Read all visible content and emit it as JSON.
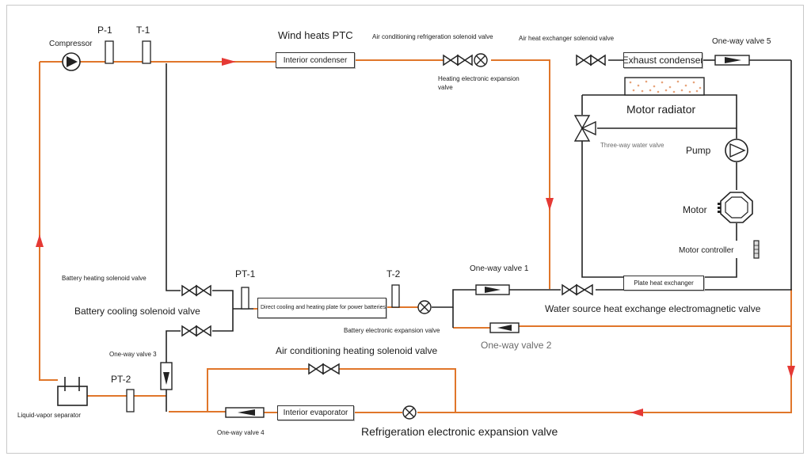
{
  "components": {
    "compressor": "Compressor",
    "wind_heats_ptc": "Wind heats PTC",
    "interior_condenser": "Interior condenser",
    "exhaust_condenser": "Exhaust condenser",
    "motor_radiator": "Motor radiator",
    "pump": "Pump",
    "motor": "Motor",
    "motor_controller": "Motor controller",
    "plate_heat_exchanger": "Plate heat exchanger",
    "battery_plate": "Direct cooling and heating plate for power batteries",
    "interior_evaporator": "Interior evaporator",
    "liquid_vapor_separator": "Liquid-vapor separator"
  },
  "sensors": {
    "p1": "P-1",
    "t1": "T-1",
    "pt1": "PT-1",
    "t2": "T-2",
    "pt2": "PT-2"
  },
  "valves": {
    "ac_refrigeration_solenoid": "Air conditioning refrigeration solenoid valve",
    "heating_eev": "Heating electronic expansion valve",
    "air_hx_solenoid": "Air heat exchanger solenoid valve",
    "one_way_5": "One-way valve 5",
    "three_way_water": "Three-way water valve",
    "battery_heating_solenoid": "Battery heating solenoid valve",
    "battery_cooling_solenoid": "Battery cooling solenoid valve",
    "battery_eev": "Battery electronic expansion valve",
    "one_way_1": "One-way valve 1",
    "one_way_2": "One-way valve 2",
    "water_source_hx_valve": "Water source heat exchange electromagnetic valve",
    "one_way_3": "One-way valve 3",
    "ac_heating_solenoid": "Air conditioning heating solenoid valve",
    "one_way_4": "One-way valve 4",
    "refrigeration_eev": "Refrigeration electronic expansion valve"
  },
  "colors": {
    "refrigerant_pipe": "#e0762a",
    "line": "#222222",
    "flow_arrow": "#e53935",
    "radiator_dots": "#e7a37a"
  }
}
